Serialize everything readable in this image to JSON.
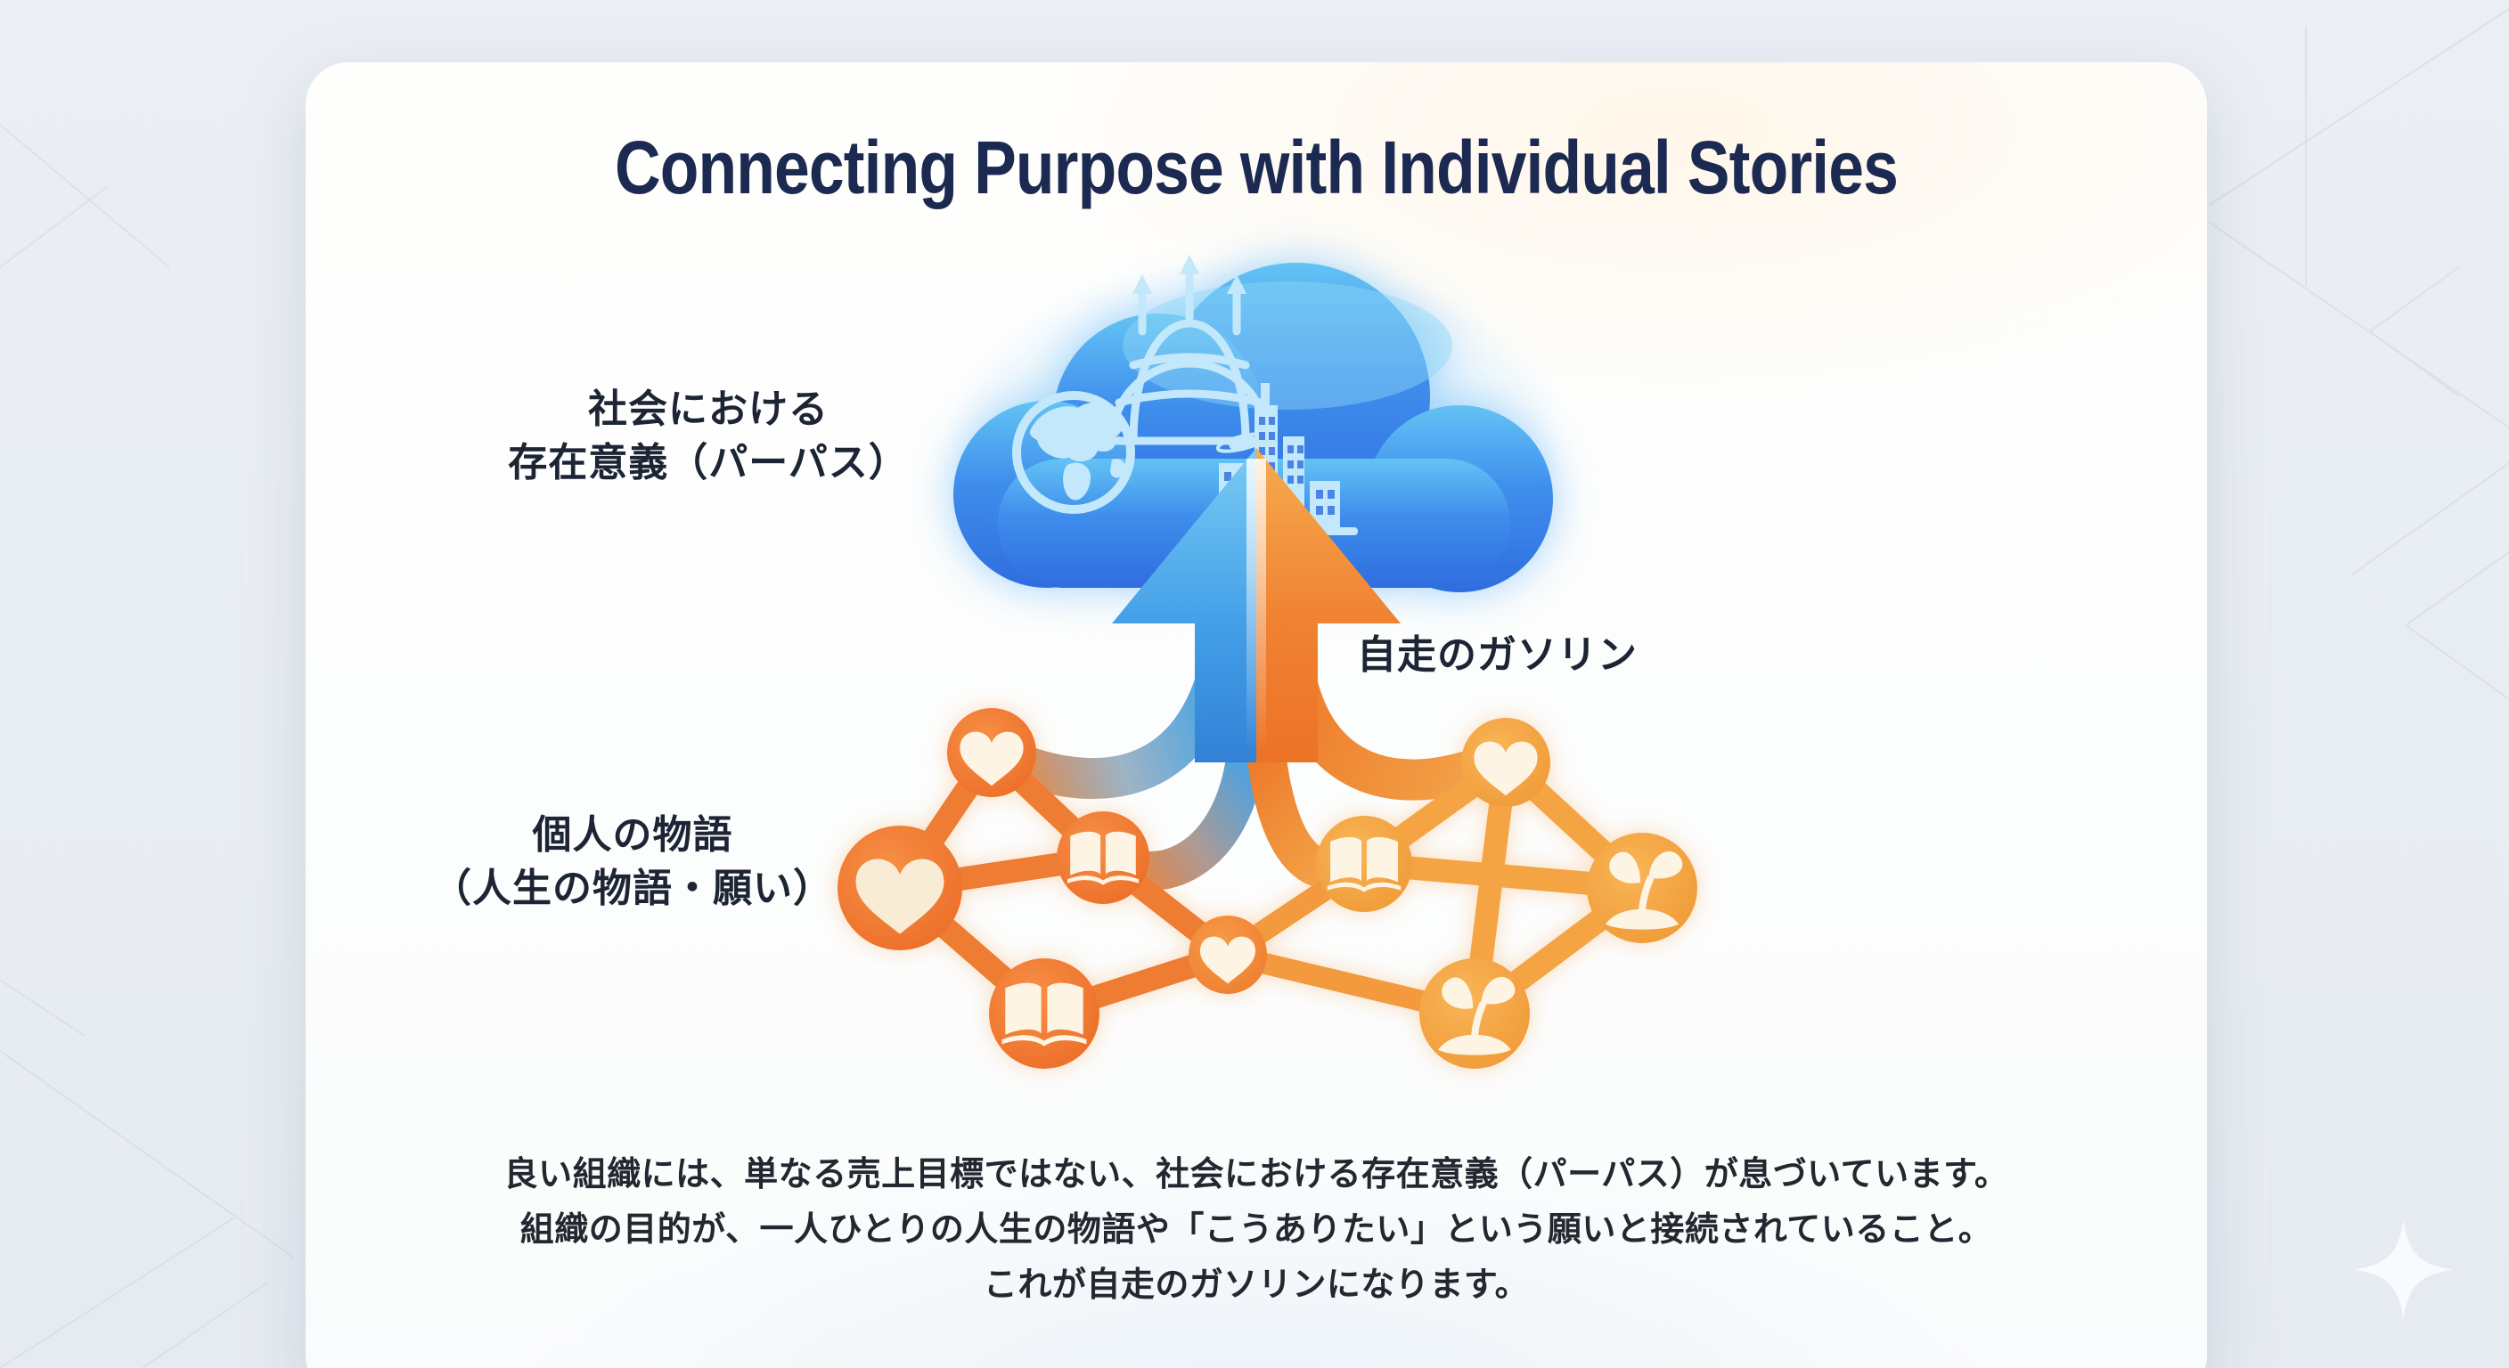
{
  "title": {
    "text": "Connecting Purpose with Individual Stories",
    "color": "#1c2a52"
  },
  "labels": {
    "purpose": {
      "line1": "社会における",
      "line2": "存在意義（パーパス）"
    },
    "gasoline": {
      "text": "自走のガソリン"
    },
    "personal": {
      "line1": "個人の物語",
      "line2": "（人生の物語・願い）"
    }
  },
  "caption": {
    "line1": "良い組織には、単なる売上目標ではない、社会における存在意義（パーパス）が息づいています。",
    "line2": "組織の目的が、一人ひとりの人生の物語や「こうありたい」という願いと接続されていること。",
    "line3": "これが自走のガソリンになります。"
  },
  "colors": {
    "page_background": "#e8edf2",
    "card_background": "#fdfdfc",
    "title_text": "#1c2a52",
    "label_text": "#1d2433",
    "cloud_top": "#63c3f4",
    "cloud_bottom": "#2f6ddf",
    "cloud_icon": "#c4e8fb",
    "arrow_blue": "#3f9fe6",
    "arrow_orange": "#ee7a2b",
    "network_orange": "#ee7c32",
    "network_gold": "#f4a442",
    "node_icon_cream": "#fdf4e3"
  },
  "illustration": {
    "cloud_icons": [
      "globe",
      "growth-globe-with-arrows",
      "saturn",
      "city-skyline"
    ],
    "network_icons": [
      "heart",
      "open-book",
      "sprout"
    ],
    "flow": "network of personal stories converges into upward arrow feeding the purpose cloud"
  }
}
